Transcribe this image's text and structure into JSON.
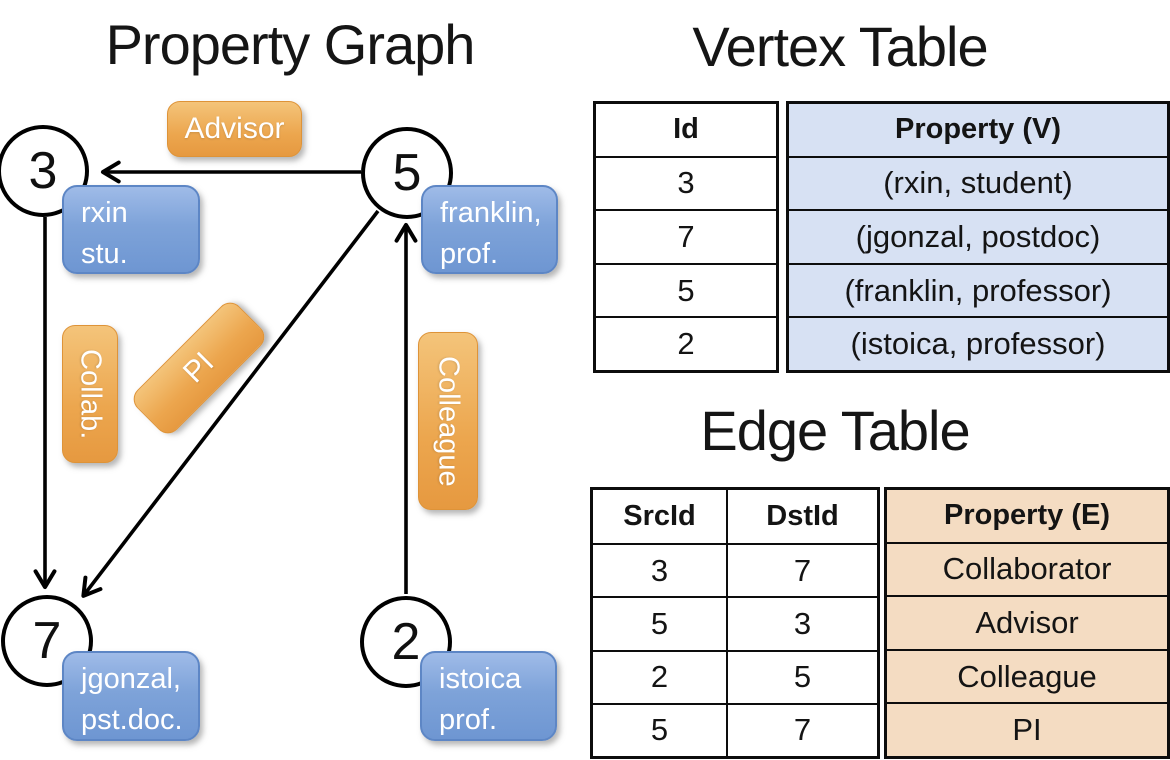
{
  "graph": {
    "title": "Property Graph",
    "nodes": [
      {
        "id": "3",
        "property": "rxin\nstu."
      },
      {
        "id": "5",
        "property": "franklin,\nprof."
      },
      {
        "id": "7",
        "property": "jgonzal,\npst.doc."
      },
      {
        "id": "2",
        "property": "istoica\nprof."
      }
    ],
    "edge_labels": [
      {
        "label": "Advisor"
      },
      {
        "label": "Collab."
      },
      {
        "label": "PI"
      },
      {
        "label": "Colleague"
      }
    ]
  },
  "vertex_table": {
    "title": "Vertex Table",
    "columns": {
      "id": "Id",
      "property": "Property (V)"
    },
    "rows": [
      {
        "id": "3",
        "property": "(rxin, student)"
      },
      {
        "id": "7",
        "property": "(jgonzal, postdoc)"
      },
      {
        "id": "5",
        "property": "(franklin, professor)"
      },
      {
        "id": "2",
        "property": "(istoica, professor)"
      }
    ]
  },
  "edge_table": {
    "title": "Edge Table",
    "columns": {
      "src": "SrcId",
      "dst": "DstId",
      "property": "Property (E)"
    },
    "rows": [
      {
        "src": "3",
        "dst": "7",
        "property": "Collaborator"
      },
      {
        "src": "5",
        "dst": "3",
        "property": "Advisor"
      },
      {
        "src": "2",
        "dst": "5",
        "property": "Colleague"
      },
      {
        "src": "5",
        "dst": "7",
        "property": "PI"
      }
    ]
  },
  "colors": {
    "edge_label_orange": "#eca64e",
    "vertex_property_blue": "#7ea3d9",
    "vertex_table_column": "#d7e1f3",
    "edge_table_column": "#f4dcc2"
  }
}
